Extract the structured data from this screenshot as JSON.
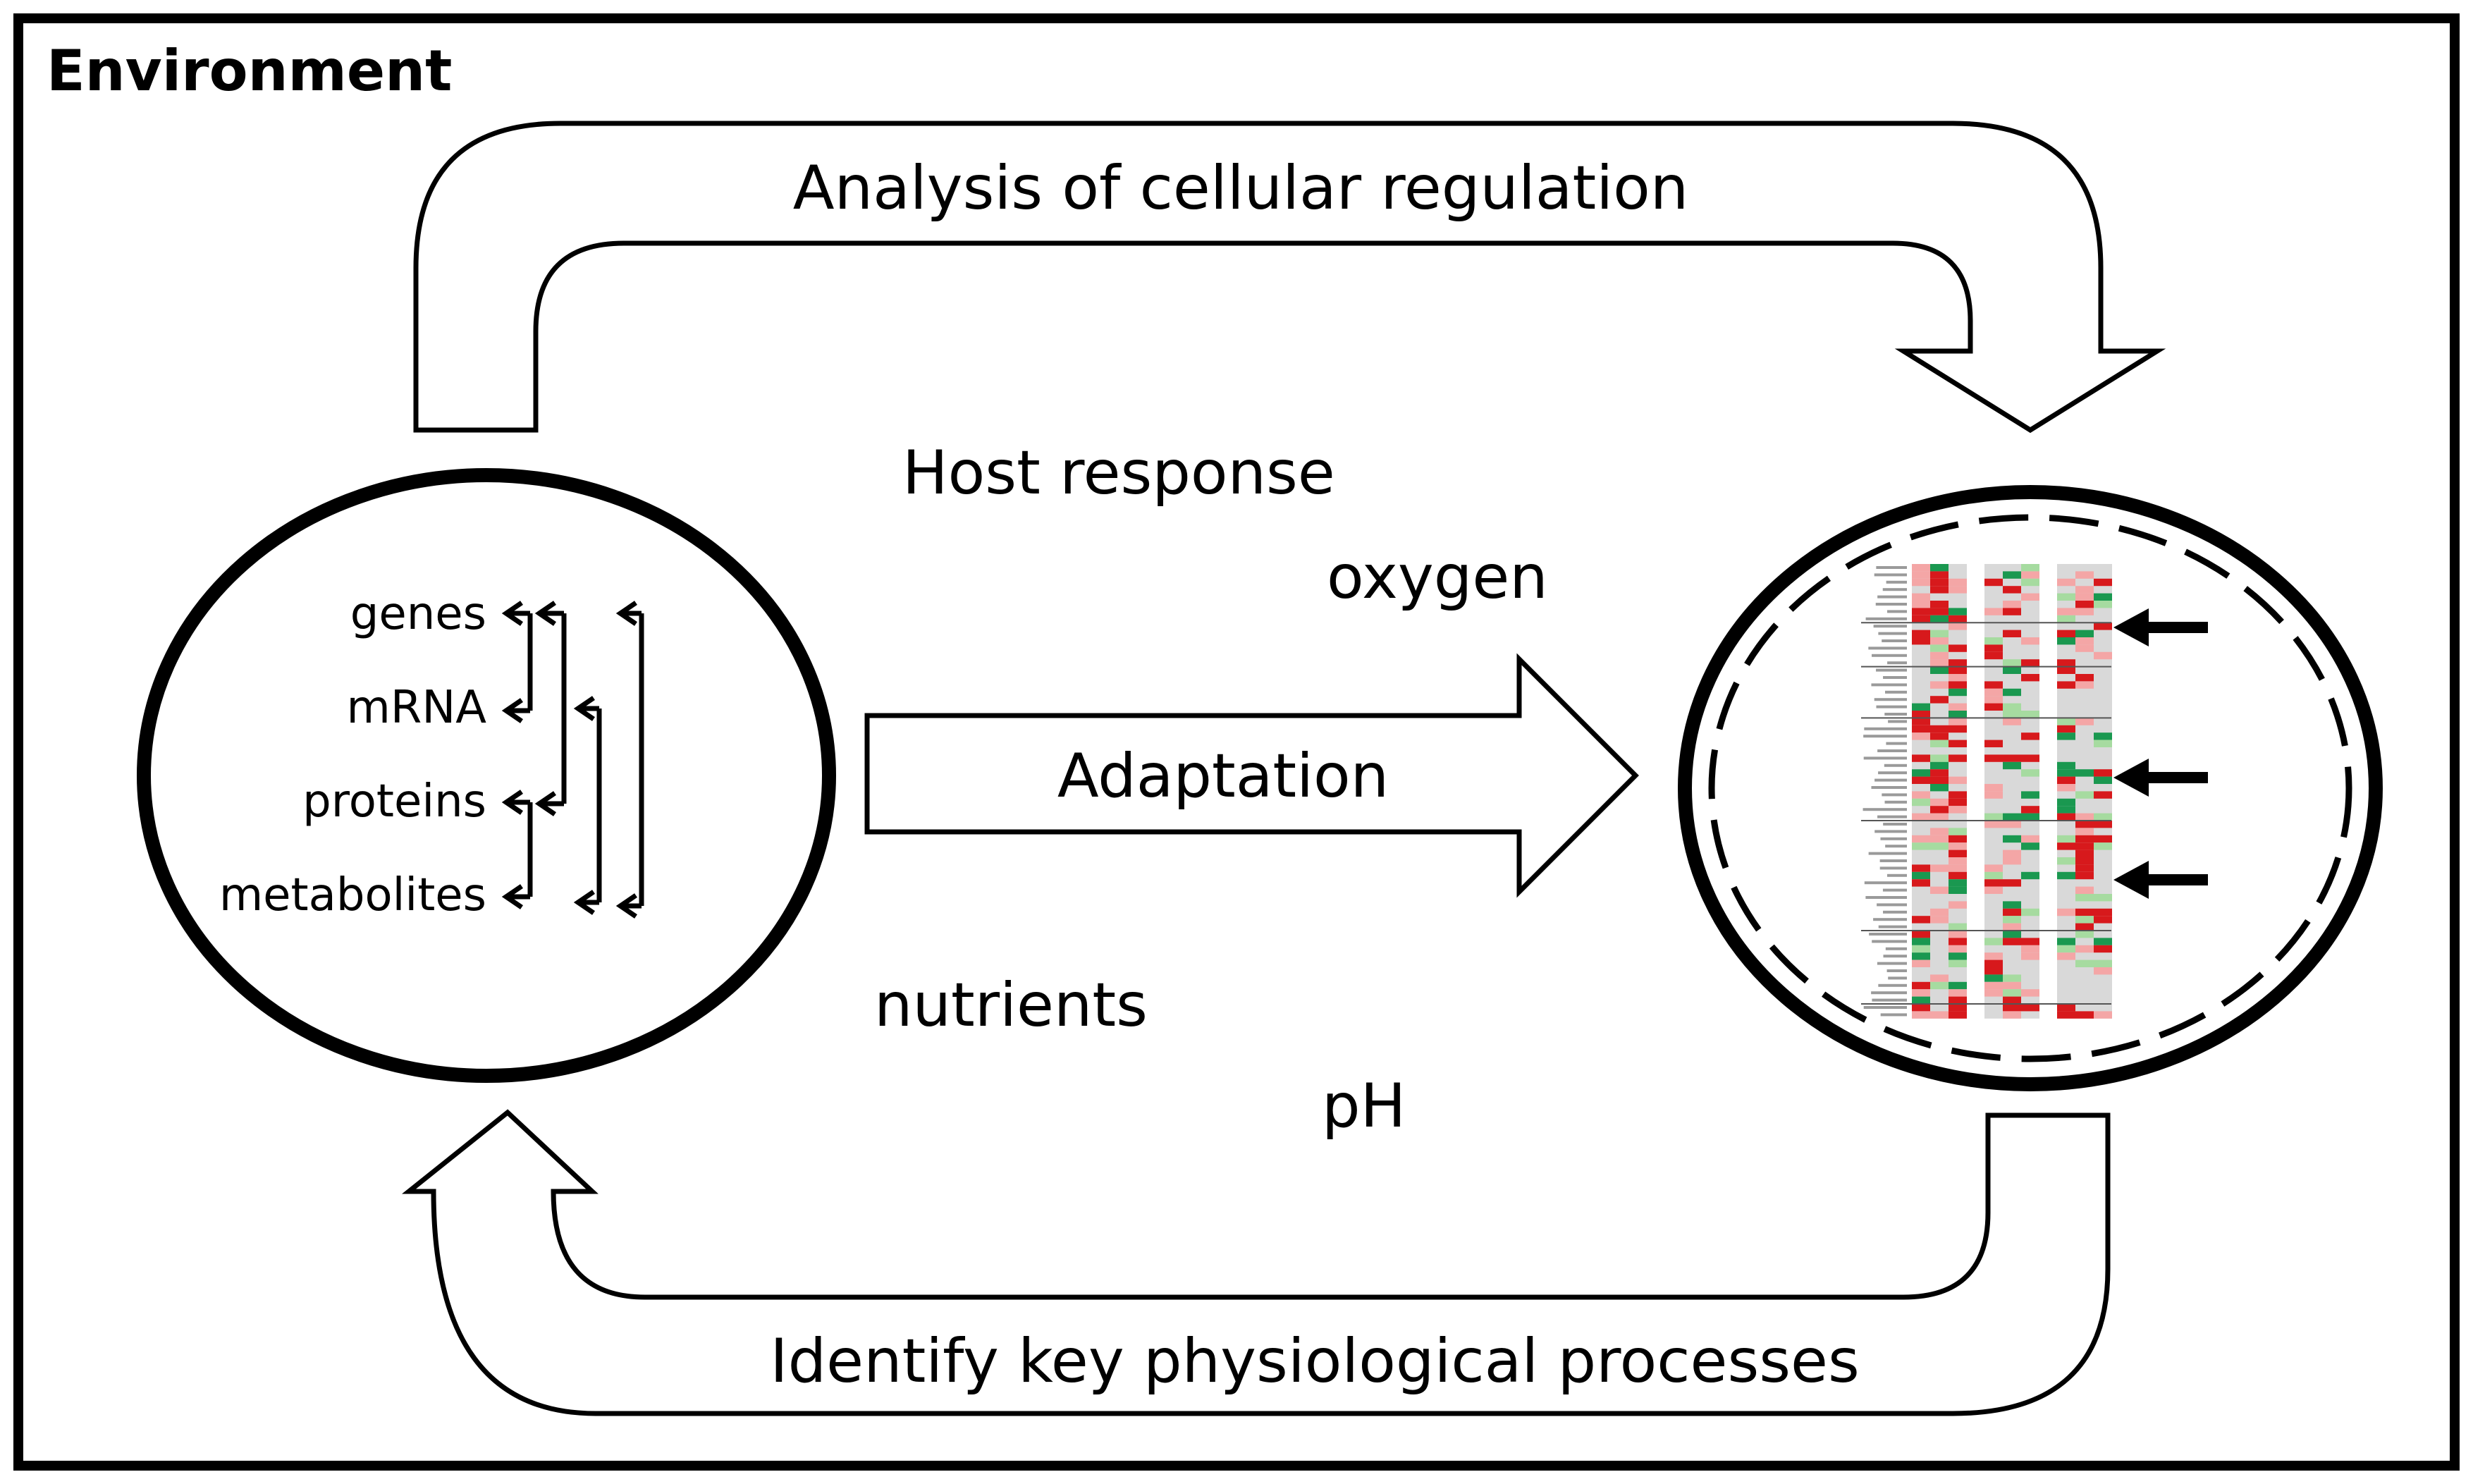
{
  "environment_label": "Environment",
  "top_arrow_label": "Analysis of cellular regulation",
  "bottom_arrow_label": "Identify key physiological processes",
  "center_arrow_label": "Adaptation",
  "factors": {
    "host_response": "Host response",
    "oxygen": "oxygen",
    "nutrients": "nutrients",
    "ph": "pH"
  },
  "omics_levels": [
    "genes",
    "mRNA",
    "proteins",
    "metabolites"
  ],
  "heatmap": {
    "colors": {
      "up_strong": "#d7191c",
      "up_light": "#f4a6a6",
      "down_strong": "#1a9850",
      "down_light": "#a6dba0",
      "neutral": "#d9d9d9"
    },
    "highlight_arrows": 3
  }
}
